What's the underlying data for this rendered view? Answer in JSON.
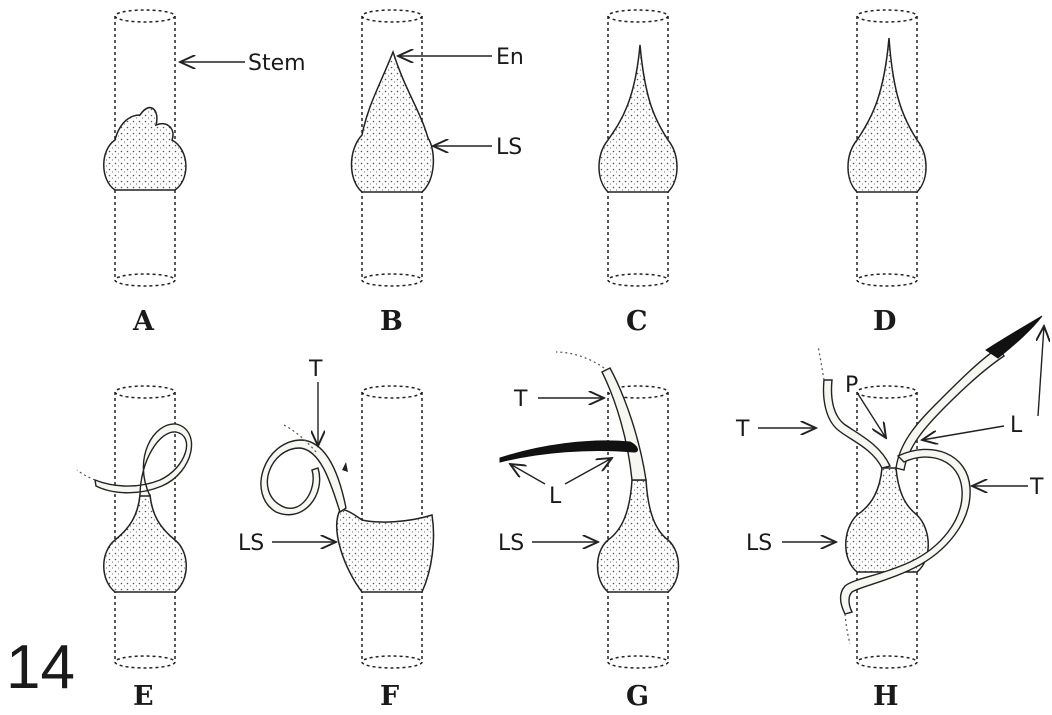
{
  "figure_number": "14",
  "panels": [
    {
      "letter": "A"
    },
    {
      "letter": "B"
    },
    {
      "letter": "C"
    },
    {
      "letter": "D"
    },
    {
      "letter": "E"
    },
    {
      "letter": "F"
    },
    {
      "letter": "G"
    },
    {
      "letter": "H"
    }
  ],
  "labels": {
    "stem": "Stem",
    "en": "En",
    "ls": "LS",
    "t": "T",
    "l": "L",
    "p": "P"
  },
  "colors": {
    "ink": "#222222",
    "stipple": "#555555",
    "background": "#ffffff"
  }
}
